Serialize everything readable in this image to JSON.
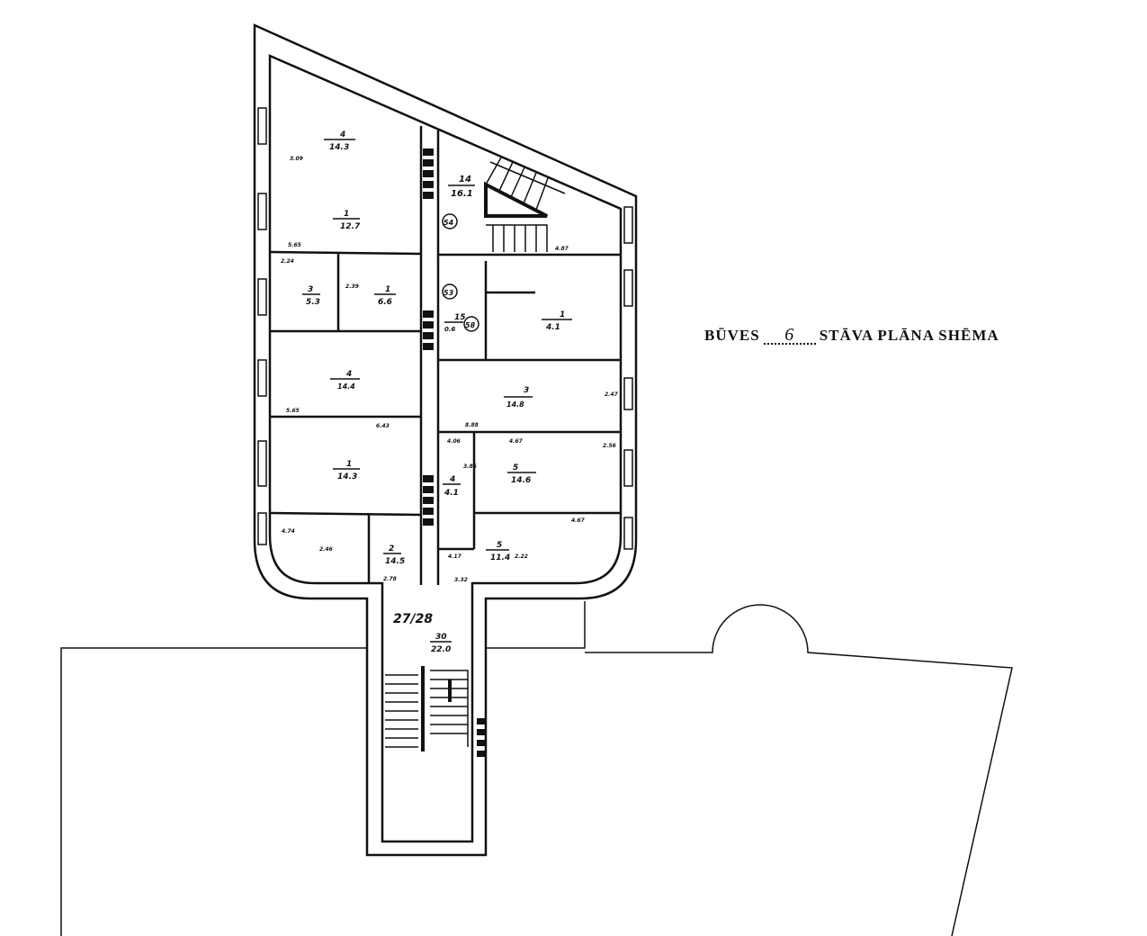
{
  "title": {
    "prefix": "BŪVES",
    "floor": "6",
    "suffix": "STĀVA PLĀNA SHĒMA"
  },
  "rooms": [
    {
      "num": "4",
      "area": "14.3"
    },
    {
      "num": "1",
      "area": "12.7"
    },
    {
      "num": "3",
      "area": "5.3"
    },
    {
      "num": "1",
      "area": "6.6"
    },
    {
      "num": "14",
      "area": "16.1"
    },
    {
      "num": "15",
      "area": "0.6"
    },
    {
      "num": "1",
      "area": "4.1"
    },
    {
      "num": "4",
      "area": "14.4"
    },
    {
      "num": "3",
      "area": "14.8"
    },
    {
      "num": "1",
      "area": "14.3"
    },
    {
      "num": "5",
      "area": "14.6"
    },
    {
      "num": "4",
      "area": "4.1"
    },
    {
      "num": "2",
      "area": "14.5"
    },
    {
      "num": "5",
      "area": "11.4"
    },
    {
      "num": "30",
      "area": "22.0"
    }
  ],
  "markers": [
    "54",
    "53",
    "58"
  ],
  "stair_label": "27/28",
  "dimensions": [
    "3.09",
    "5.65",
    "2.24",
    "2.39",
    "5.65",
    "6.43",
    "8.88",
    "4.06",
    "4.67",
    "3.86",
    "4.74",
    "2.46",
    "2.78",
    "4.17",
    "3.32",
    "4.67",
    "2.22",
    "2.47",
    "2.56",
    "4.87"
  ]
}
